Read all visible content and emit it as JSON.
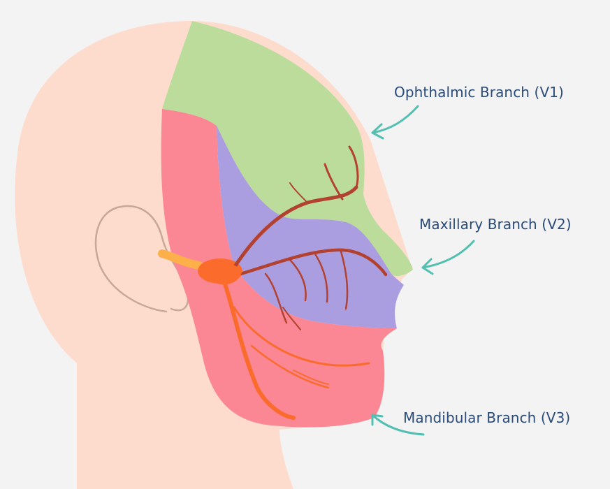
{
  "labels": {
    "v1": "Ophthalmic Branch (V1)",
    "v2": "Maxillary Branch (V2)",
    "v3": "Mandibular Branch (V3)"
  },
  "colors": {
    "background": "#f3f3f3",
    "skin": "#fddcce",
    "ophthalmic": "#bcdc9c",
    "maxillary": "#ab9ee0",
    "mandibular": "#fb8694",
    "ganglion": "#fb6c2c",
    "nerve_dark": "#b24130",
    "arrow": "#52bfb0",
    "label_text": "#2a4a78"
  }
}
